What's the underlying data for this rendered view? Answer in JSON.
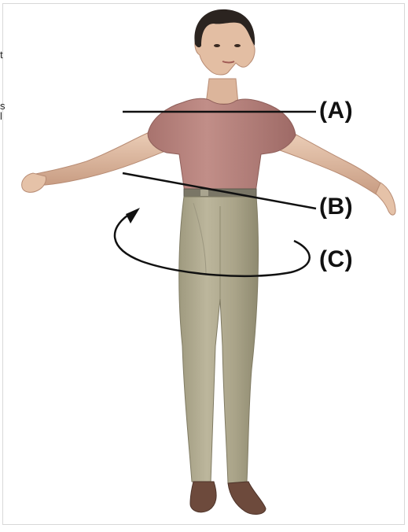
{
  "labels": {
    "a": "(A)",
    "b": "(B)",
    "c": "(C)"
  },
  "edge_glyphs": [
    "t",
    "s\nl"
  ],
  "colors": {
    "shirt": "#b98580",
    "shirt_shadow": "#9e6a66",
    "pants": "#b0aa8f",
    "pants_shadow": "#8f8a70",
    "skin": "#e8c6ac",
    "skin_shadow": "#c89c82",
    "hair": "#2b2420",
    "shoes": "#6d4a3c",
    "belt": "#6f6c5f",
    "line": "#111111"
  },
  "icons": [
    "rotation-arrow-icon"
  ]
}
